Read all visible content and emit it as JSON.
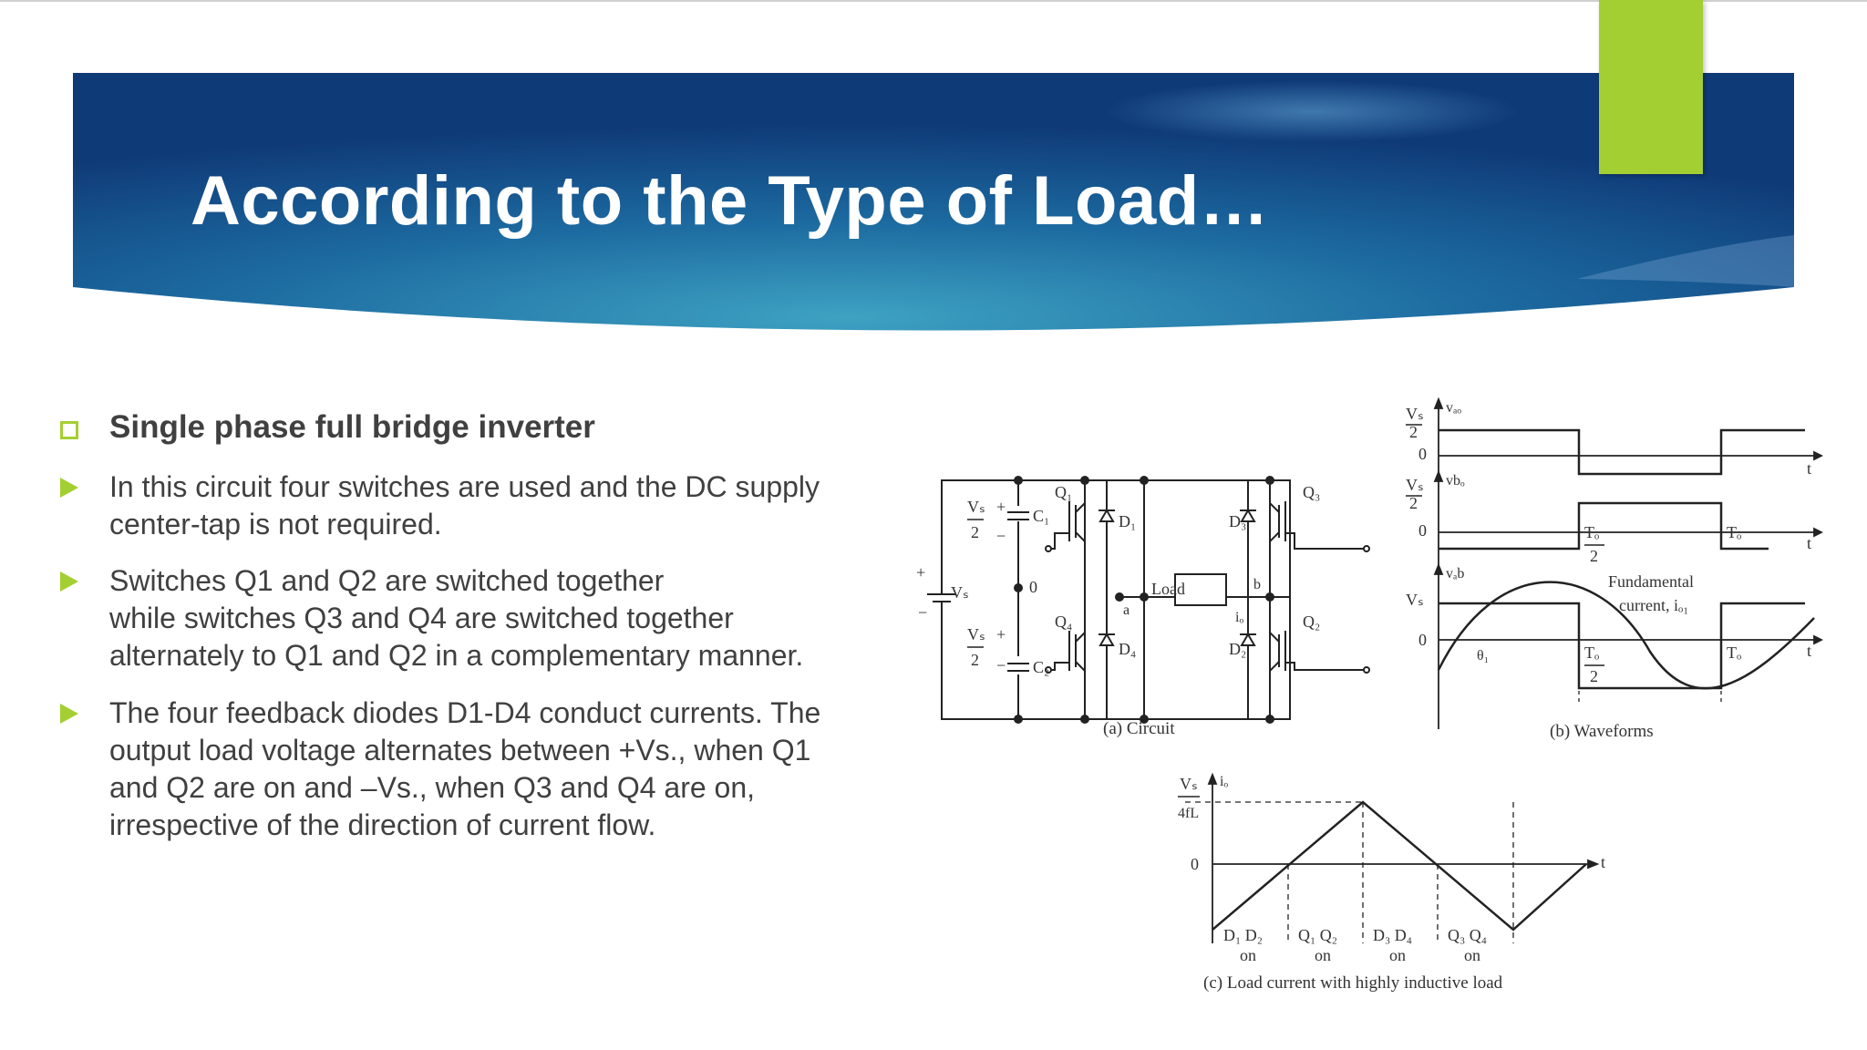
{
  "slide": {
    "title": "According to the Type of Load…",
    "colors": {
      "banner_dark": "#0f3a78",
      "banner_light": "#3ea2c2",
      "accent": "#a4cf32",
      "text": "#404040"
    },
    "heading": "Single phase full bridge inverter",
    "bullets": [
      {
        "lines": [
          "In this circuit four switches are used and the DC supply",
          "center-tap is not required."
        ]
      },
      {
        "lines": [
          "Switches Q1 and Q2 are switched together",
          "while  switches Q3 and Q4 are switched together",
          "alternately to Q1 and Q2 in a complementary manner."
        ]
      },
      {
        "lines": [
          "The four feedback diodes D1-D4 conduct currents. The",
          "output load voltage alternates between +Vs., when Q1",
          "and Q2 are on and –Vs., when Q3 and Q4 are on,",
          "irrespective of the direction of current flow."
        ]
      }
    ]
  },
  "figure": {
    "circuit": {
      "caption": "(a) Circuit",
      "labels": {
        "q1": "Q₁",
        "q2": "Q₂",
        "q3": "Q₃",
        "q4": "Q₄",
        "d1": "D₁",
        "d2": "D₂",
        "d3": "D₃",
        "d4": "D₄",
        "c1": "C₁",
        "c2": "C₂",
        "vs": "Vₛ",
        "vs_half_num": "Vₛ",
        "vs_half_den": "2",
        "plus": "+",
        "minus": "−",
        "load": "Load",
        "node_a": "a",
        "node_b": "b",
        "node_0": "0",
        "io": "iₒ"
      }
    },
    "waveforms": {
      "caption": "(b) Waveforms",
      "labels": {
        "vao": "vₐₒ",
        "vbo": "vbₒ",
        "vab": "vₐb",
        "vs_half_num": "Vₛ",
        "vs_half_den": "2",
        "vs": "Vₛ",
        "zero": "0",
        "t": "t",
        "to_half_num": "Tₒ",
        "to_half_den": "2",
        "to": "Tₒ",
        "theta1": "θ₁",
        "fundamental_1": "Fundamental",
        "fundamental_2": "current, iₒ₁"
      }
    },
    "load_current": {
      "caption": "(c) Load current with highly inductive load",
      "labels": {
        "io": "iₒ",
        "vs_num": "Vₛ",
        "den": "4fL",
        "zero": "0",
        "t": "t",
        "seg1": "D₁ D₂",
        "seg2": "Q₁ Q₂",
        "seg3": "D₃ D₄",
        "seg4": "Q₃ Q₄",
        "on": "on"
      }
    }
  }
}
